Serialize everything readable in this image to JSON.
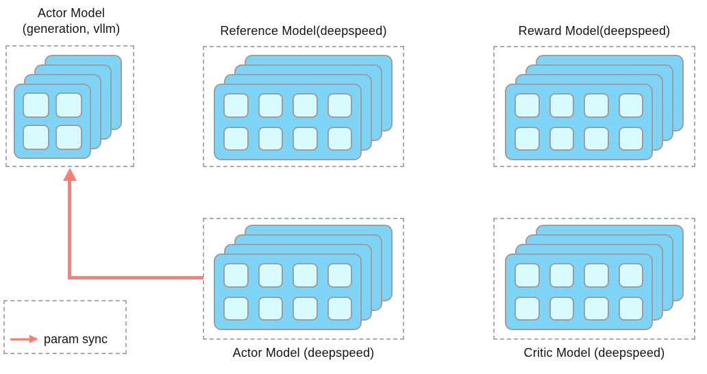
{
  "colors": {
    "gpu_card": "#7ed4f7",
    "gpu_cell": "#d8fbfe",
    "card_border": "#9e9e9e",
    "dashed_border": "#ababab",
    "arrow": "#fa7d76",
    "text": "#141414"
  },
  "nodes": [
    {
      "id": "actor-model-vllm",
      "title_line1": "Actor Model",
      "title_line2": "(generation, vllm)",
      "label_position": "top",
      "layers": 4,
      "grid_rows": 2,
      "grid_cols": 2
    },
    {
      "id": "reference-model",
      "title_line1": "Reference Model(deepspeed)",
      "label_position": "top",
      "layers": 4,
      "grid_rows": 2,
      "grid_cols": 4
    },
    {
      "id": "reward-model",
      "title_line1": "Reward Model(deepspeed)",
      "label_position": "top",
      "layers": 4,
      "grid_rows": 2,
      "grid_cols": 4
    },
    {
      "id": "actor-model-deepspeed",
      "title_line1": "Actor Model (deepspeed)",
      "label_position": "bottom",
      "layers": 4,
      "grid_rows": 2,
      "grid_cols": 4
    },
    {
      "id": "critic-model",
      "title_line1": "Critic Model (deepspeed)",
      "label_position": "bottom",
      "layers": 4,
      "grid_rows": 2,
      "grid_cols": 4
    }
  ],
  "arrow": {
    "from": "Actor Model (deepspeed)",
    "to": "Actor Model (generation, vllm)",
    "meaning": "param sync"
  },
  "legend": {
    "label": "param sync"
  }
}
